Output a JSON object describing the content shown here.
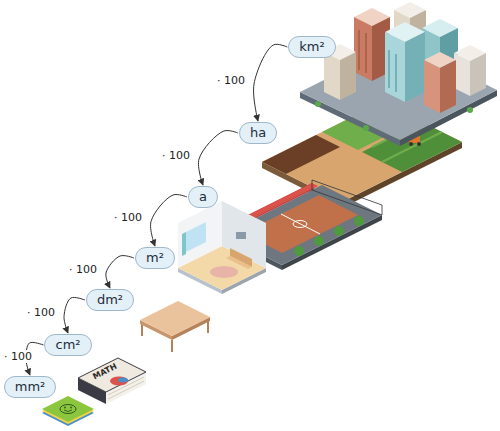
{
  "diagram": {
    "nodes": [
      {
        "text": [
          "km²"
        ]
      },
      {
        "text": [
          "ha"
        ]
      },
      {
        "text": [
          "a"
        ]
      },
      {
        "text": [
          "m²"
        ]
      },
      {
        "text": [
          "dm²"
        ]
      },
      {
        "text": [
          "cm²"
        ]
      },
      {
        "text": [
          "mm²"
        ]
      }
    ],
    "edges": [
      {
        "from": 0,
        "to": 1,
        "label": "· 100",
        "arrow": "to"
      },
      {
        "from": 1,
        "to": 2,
        "label": "· 100",
        "arrow": "to"
      },
      {
        "from": 2,
        "to": 3,
        "label": "· 100",
        "arrow": "to"
      },
      {
        "from": 3,
        "to": 4,
        "label": "· 100",
        "arrow": "to"
      },
      {
        "from": 4,
        "to": 5,
        "label": "· 100",
        "arrow": "to"
      },
      {
        "from": 5,
        "to": 6,
        "label": "· 100",
        "arrow": "to"
      }
    ],
    "labels": [
      "MATH"
    ]
  }
}
